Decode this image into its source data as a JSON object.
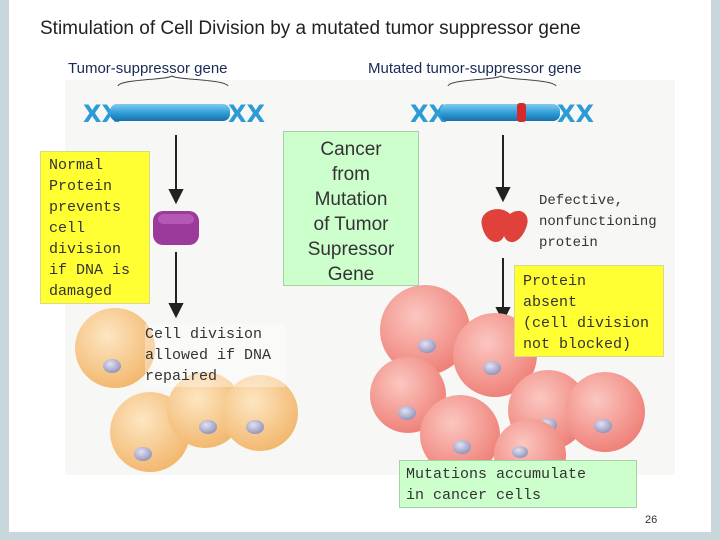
{
  "title": "Stimulation of Cell Division by  a mutated tumor suppressor gene",
  "gene_labels": {
    "normal": "Tumor-suppressor gene",
    "mutated": "Mutated tumor-suppressor gene"
  },
  "notes": {
    "normal_protein": [
      "Normal",
      "Protein",
      "prevents",
      "cell",
      "division",
      "if DNA is",
      "damaged"
    ],
    "cancer": [
      "Cancer",
      "from",
      "Mutation",
      "of Tumor",
      "Supressor",
      "Gene"
    ],
    "defective": [
      "Defective,",
      "nonfunctioning",
      "protein"
    ],
    "protein_absent": [
      "Protein",
      "absent",
      "(cell division",
      "not blocked)"
    ],
    "division_allowed": [
      "Cell division",
      "allowed  if DNA",
      "repaired"
    ],
    "mutations": [
      "Mutations   accumulate",
      "in cancer  cells"
    ]
  },
  "page_number": "26",
  "colors": {
    "chromosome": "#2d9bd6",
    "mutation": "#d42a2a",
    "normal_protein": "#9b3a9b",
    "defective_protein": "#e0413a",
    "normal_cell": "#f6c98a",
    "cancer_cell": "#f4958d",
    "nucleus": "#a8a8c8",
    "yellow_box": "#ffff33",
    "green_box": "#ccffcc"
  }
}
